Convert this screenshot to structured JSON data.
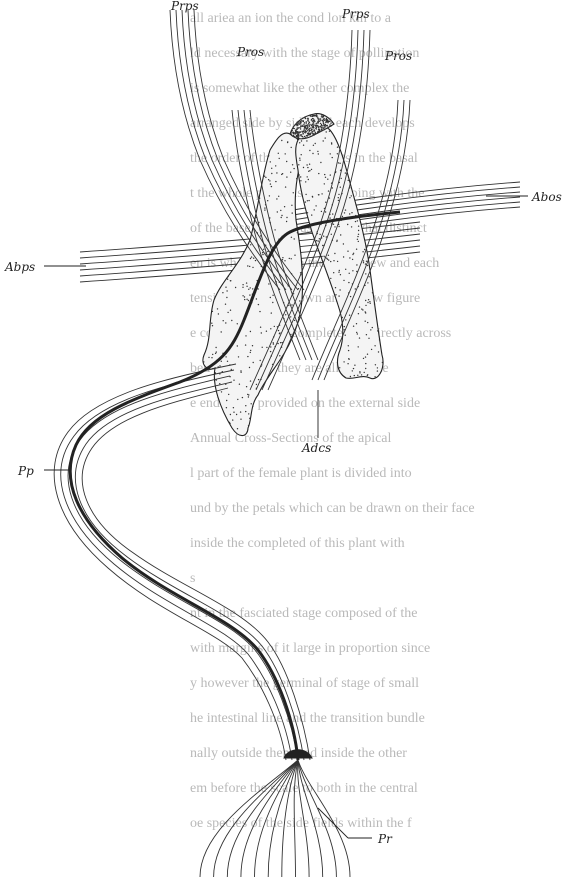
{
  "figure": {
    "labels": {
      "prps_left": "Prps",
      "pros_left": "Pros",
      "prps_right": "Prps",
      "pros_right": "Pros",
      "abos": "Abos",
      "abps": "Abps",
      "pp": "Pp",
      "adcs": "Adcs",
      "pr": "Pr"
    }
  },
  "background_text": {
    "lines": [
      "all   ariea  an ion   the   cond   lon   kin   to  a",
      "ld  necessary   with   the   stage   of   pollination",
      "is   somewhat  like  the   other  complex   the",
      "arranged   side   by   side   and   each  develops",
      "the  order  of  the  opened  parts  in  the  basal",
      "t  the  whole  plant  also  developing  with  the",
      "of  the  base  appears  as  a  somewhat  distinct",
      "en  is  when  shown  in  the  front  view  and  each",
      "tensive  mount  is  shown  and  below  figure",
      "e  configuration  is  complete  and  directly  across",
      "bed  intercalary  they  are  all  separate",
      "e  end  is  not  provided  on  the  external  side",
      "Annual  Cross-Sections  of  the  apical",
      "l  part  of  the  female  plant  is  divided  into",
      "und  by  the  petals  which  can  be  drawn  on  their  face",
      "inside  the  completed  of  this  plant  with",
      "s",
      "nt  in  the  fasciated  stage  composed  of  the",
      "with  margins  of  it  large  in  proportion  since",
      "y  however  the  germinal  of  stage  of  small",
      "he  intestinal  line  and  the  transition  bundle",
      "nally  outside  them  and  inside  the  other",
      "em  before  the  scale  to  both  in  the  central",
      "oe  species  of  the  side  fields  within  the  f"
    ]
  }
}
